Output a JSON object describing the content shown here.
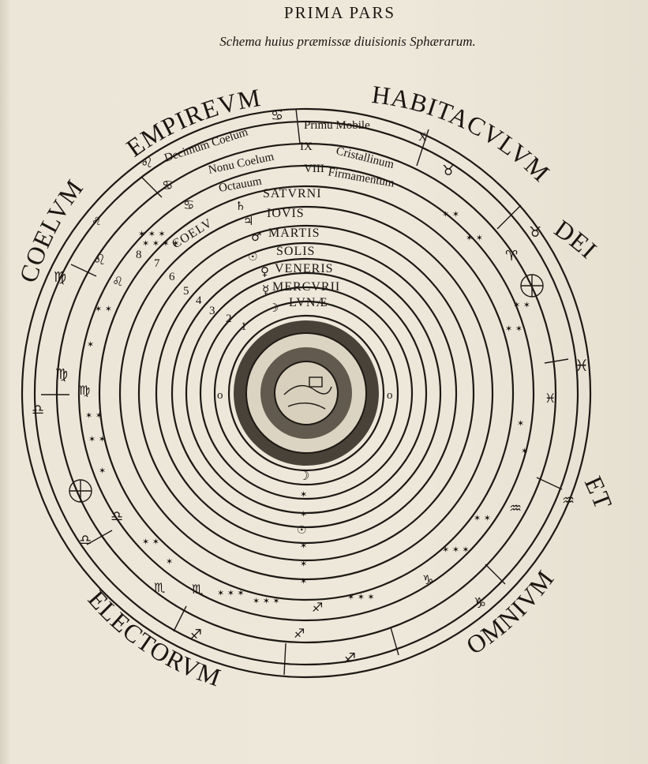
{
  "header": {
    "folio": "PRIMA PARS",
    "caption": "Schema huius præmissæ diuisionis Sphærarum."
  },
  "outer_inscription": [
    "EMPIREVM",
    "HABITACVLVM",
    "DEI",
    "ET",
    "OMNIVM",
    "ELECTORVM",
    "COELVM"
  ],
  "outer_spheres": {
    "primum_mobile": "Primu Mobile",
    "decimum": "Decimum Coelum",
    "cristallinum": "Cristallinum",
    "nonum": "Nonu Coelum",
    "firmamentum": "Firmamentum",
    "octauum": "Octauum",
    "numeral_10": "X",
    "numeral_9": "IX",
    "numeral_8": "VIII"
  },
  "planets": [
    {
      "name": "SATVRNI",
      "symbol": "♄"
    },
    {
      "name": "IOVIS",
      "symbol": "♃"
    },
    {
      "name": "MARTIS",
      "symbol": "♂"
    },
    {
      "name": "SOLIS",
      "symbol": "☉"
    },
    {
      "name": "VENERIS",
      "symbol": "♀"
    },
    {
      "name": "MERCVRII",
      "symbol": "☿"
    },
    {
      "name": "LVNÆ",
      "symbol": "☽"
    }
  ],
  "coelum_label": "COELV",
  "ring_numbers": [
    "8",
    "7",
    "6",
    "5",
    "4",
    "3",
    "2",
    "1"
  ],
  "colors": {
    "ink": "#1d1914",
    "paper": "#ece6d8"
  }
}
